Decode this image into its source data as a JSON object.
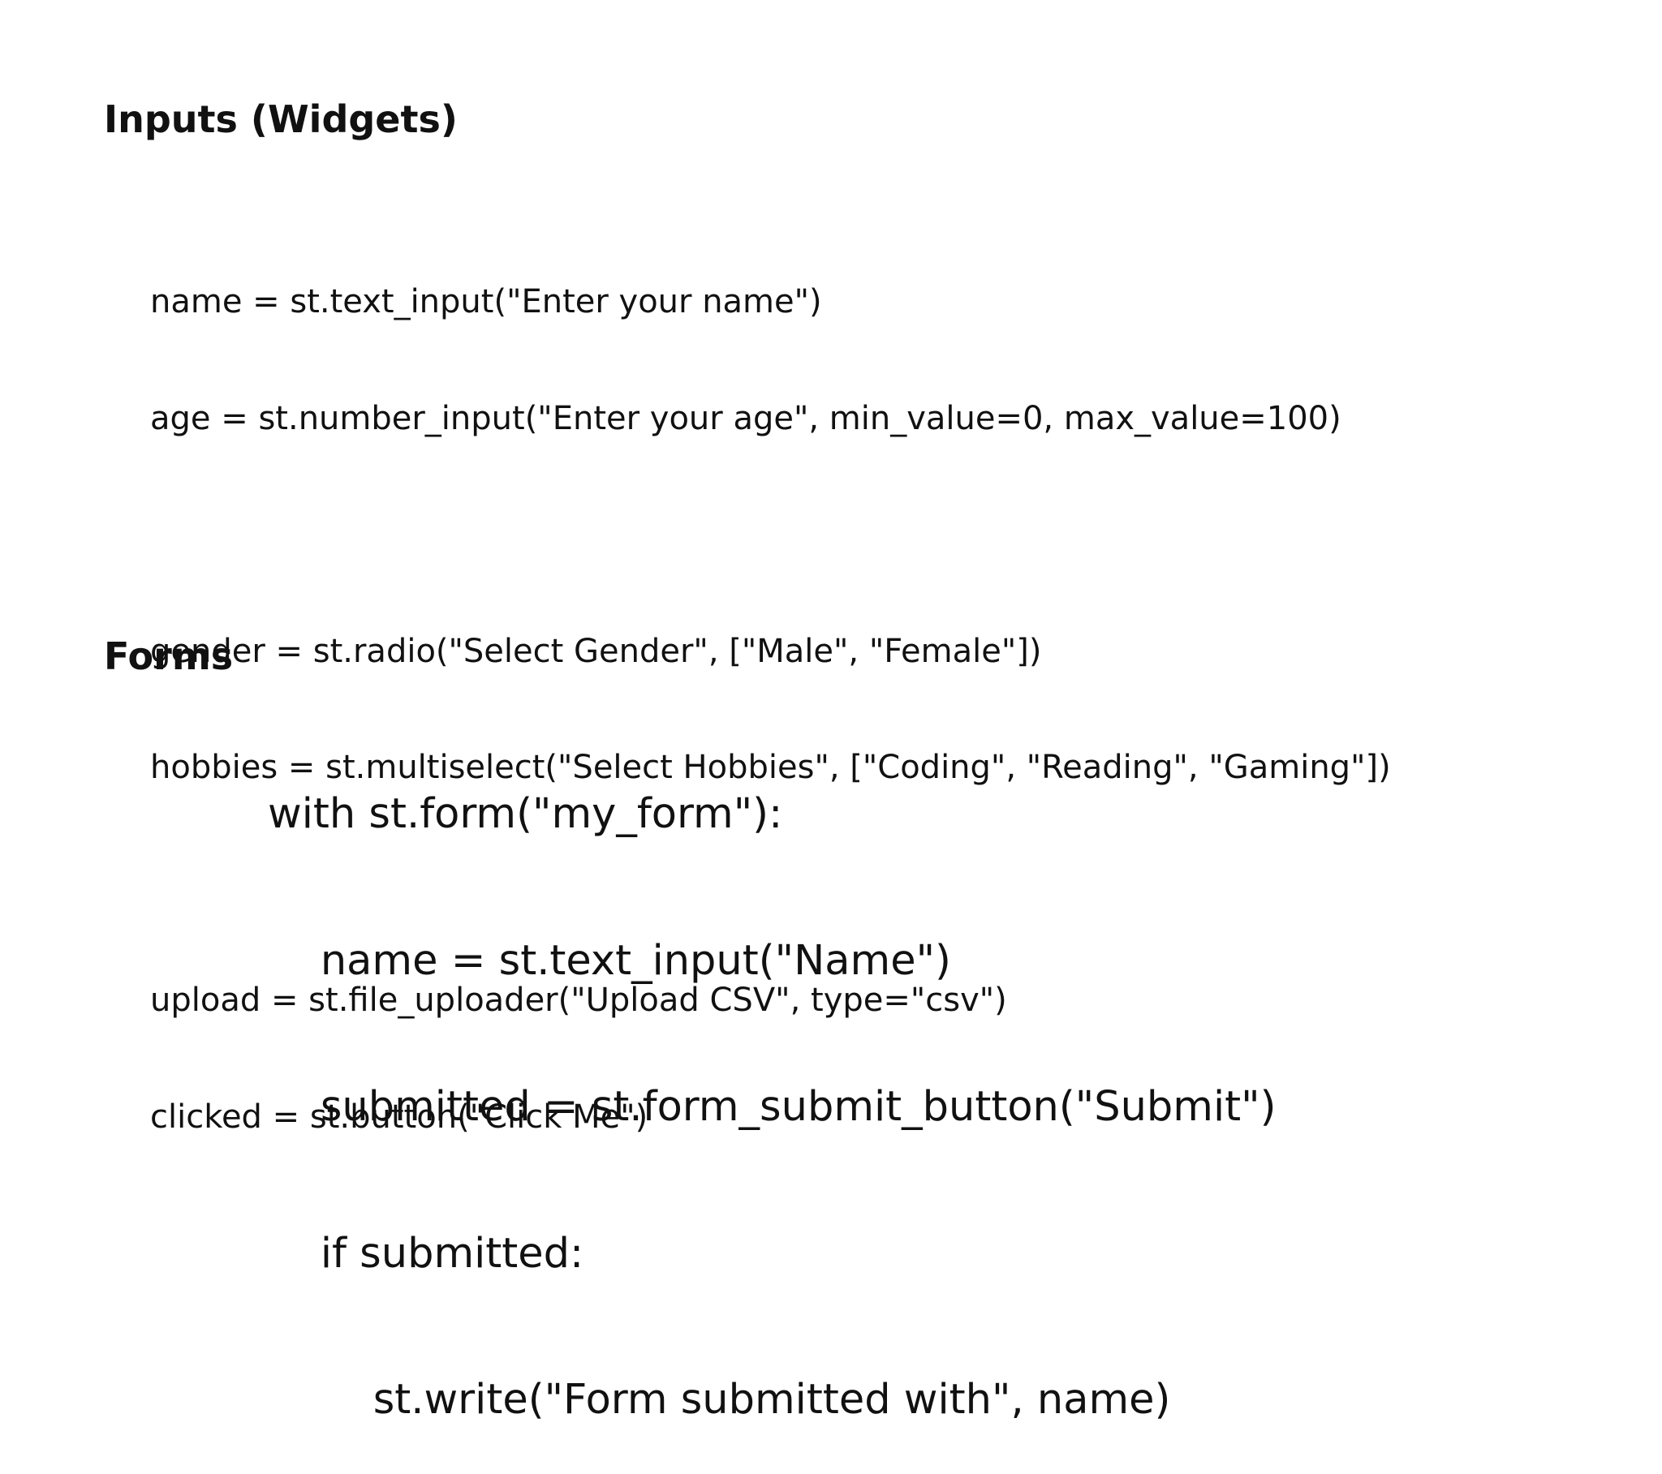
{
  "sections": {
    "inputs": {
      "title": "Inputs (Widgets)",
      "lines": [
        "name = st.text_input(\"Enter your name\")",
        "age = st.number_input(\"Enter your age\", min_value=0, max_value=100)",
        "",
        "gender = st.radio(\"Select Gender\", [\"Male\", \"Female\"])",
        "hobbies = st.multiselect(\"Select Hobbies\", [\"Coding\", \"Reading\", \"Gaming\"])",
        "",
        "upload = st.file_uploader(\"Upload CSV\", type=\"csv\")",
        "clicked = st.button(\"Click Me\")"
      ]
    },
    "forms": {
      "title": "Forms",
      "lines": [
        "with st.form(\"my_form\"):",
        "    name = st.text_input(\"Name\")",
        "    submitted = st.form_submit_button(\"Submit\")",
        "    if submitted:",
        "        st.write(\"Form submitted with\", name)"
      ]
    }
  }
}
